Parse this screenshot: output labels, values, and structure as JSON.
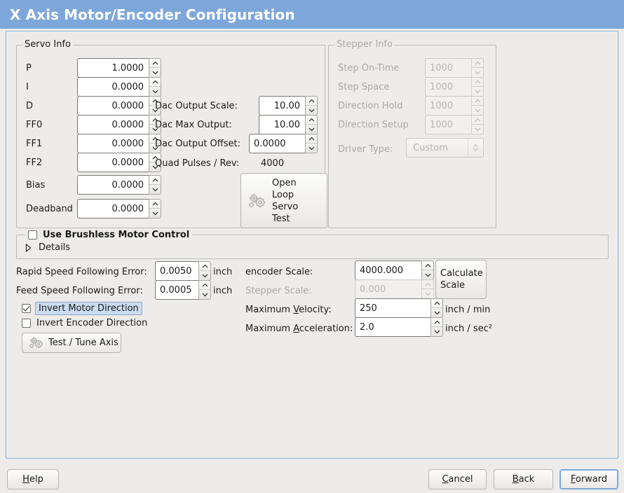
{
  "window": {
    "title": "X Axis Motor/Encoder Configuration",
    "title_bar_color": "#7da7da",
    "background_color": "#edecea",
    "panel_border_color": "#8fb3dd"
  },
  "servo_info": {
    "legend": "Servo Info",
    "fields": [
      {
        "label": "P",
        "value": "1.0000"
      },
      {
        "label": "I",
        "value": "0.0000"
      },
      {
        "label": "D",
        "value": "0.0000"
      },
      {
        "label": "FF0",
        "value": "0.0000"
      },
      {
        "label": "FF1",
        "value": "0.0000"
      },
      {
        "label": "FF2",
        "value": "0.0000"
      },
      {
        "label": "Bias",
        "value": "0.0000"
      },
      {
        "label": "Deadband",
        "value": "0.0000"
      }
    ],
    "dac": [
      {
        "label": "Dac Output Scale:",
        "value": "10.00"
      },
      {
        "label": "Dac Max Output:",
        "value": "10.00"
      },
      {
        "label": "Dac Output Offset:",
        "value": "0.0000"
      }
    ],
    "quad_pulses": {
      "label": "Quad Pulses / Rev:",
      "value": "4000"
    },
    "open_loop_button": {
      "lines": [
        "Open",
        "Loop",
        "Servo",
        "Test"
      ],
      "icon": "gears-icon"
    }
  },
  "stepper_info": {
    "legend": "Stepper Info",
    "disabled": true,
    "fields": [
      {
        "label": "Step On-Time",
        "value": "1000"
      },
      {
        "label": "Step Space",
        "value": "1000"
      },
      {
        "label": "Direction Hold",
        "value": "1000"
      },
      {
        "label": "Direction Setup",
        "value": "1000"
      }
    ],
    "driver_type": {
      "label": "Driver Type:",
      "value": "Custom"
    }
  },
  "brushless": {
    "checkbox_label": "Use Brushless Motor Control",
    "checked": false,
    "details_label": "Details",
    "details_expanded": false
  },
  "following_error": {
    "rapid": {
      "label": "Rapid Speed Following Error:",
      "value": "0.0050",
      "unit": "inch"
    },
    "feed": {
      "label": "Feed Speed Following Error:",
      "value": "0.0005",
      "unit": "inch"
    }
  },
  "invert": {
    "motor": {
      "label": "Invert Motor Direction",
      "checked": true,
      "focused": true
    },
    "encoder": {
      "label": "Invert Encoder Direction",
      "checked": false,
      "focused": false
    }
  },
  "test_tune_button": {
    "label": "Test / Tune Axis",
    "icon": "gears-icon"
  },
  "scales": {
    "encoder_scale": {
      "label": "encoder Scale:",
      "value": "4000.000",
      "disabled": false
    },
    "stepper_scale": {
      "label": "Stepper Scale:",
      "value": "0.000",
      "disabled": true
    },
    "calculate_button": {
      "lines": [
        "Calculate",
        "Scale"
      ]
    },
    "max_velocity": {
      "label_pre": "Maximum ",
      "label_mnemonic": "V",
      "label_post": "elocity:",
      "value": "250",
      "unit": "inch / min"
    },
    "max_acceleration": {
      "label_pre": "Maximum ",
      "label_mnemonic": "A",
      "label_post": "cceleration:",
      "value": "2.0",
      "unit": "inch / sec²"
    }
  },
  "bottom_buttons": {
    "help": {
      "pre": "",
      "mnemonic": "H",
      "post": "elp"
    },
    "cancel": {
      "pre": "",
      "mnemonic": "C",
      "post": "ancel"
    },
    "back": {
      "pre": "",
      "mnemonic": "B",
      "post": "ack"
    },
    "forward": {
      "pre": "",
      "mnemonic": "F",
      "post": "orward",
      "focused": true
    }
  }
}
